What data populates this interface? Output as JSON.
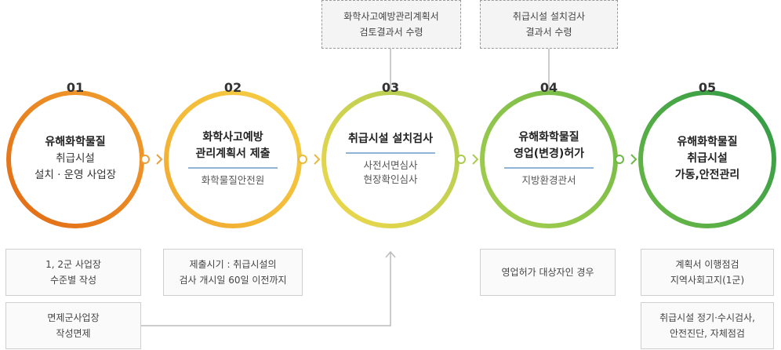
{
  "top_notes": [
    {
      "lines": [
        "화학사고예방관리계획서",
        "검토결과서 수령"
      ]
    },
    {
      "lines": [
        "취급시설 설치검사",
        "결과서 수령"
      ]
    }
  ],
  "steps": [
    {
      "number": "01",
      "title_lines": [
        "유해화학물질",
        "취급시설",
        "설치 · 운영 사업장"
      ],
      "sub_lines": [],
      "color": "#e8771c"
    },
    {
      "number": "02",
      "title_lines": [
        "화학사고예방",
        "관리계획서 제출"
      ],
      "sub_lines": [
        "화학물질안전원"
      ],
      "color": "#f1ad2e"
    },
    {
      "number": "03",
      "title_lines": [
        "취급시설 설치검사"
      ],
      "sub_lines": [
        "사전서면심사",
        "현장확인심사"
      ],
      "color": "#e2d14e"
    },
    {
      "number": "04",
      "title_lines": [
        "유해화학물질",
        "영업(변경)허가"
      ],
      "sub_lines": [
        "지방환경관서"
      ],
      "color": "#93c54b"
    },
    {
      "number": "05",
      "title_lines": [
        "유해화학물질",
        "취급시설",
        "가동,안전관리"
      ],
      "sub_lines": [],
      "color": "#3fa14a"
    }
  ],
  "bottom_notes": [
    {
      "lines": [
        "1, 2군 사업장",
        "수준별 작성"
      ]
    },
    {
      "lines": [
        "면제군사업장",
        "작성면제"
      ]
    },
    {
      "lines": [
        "제출시기 : 취급시설의",
        "검사 개시일 60일 이전까지"
      ]
    },
    {
      "lines": [
        "영업허가 대상자인 경우"
      ]
    },
    {
      "lines": [
        "계획서 이행점검",
        "지역사회고지(1군)"
      ]
    },
    {
      "lines": [
        "취급시설 정기·수시검사,",
        "안전진단, 자체점검"
      ]
    }
  ],
  "colors": {
    "connector": "#bbbbbb",
    "arrow_head": "#e8a13a",
    "divider": "#8fb4d8"
  }
}
